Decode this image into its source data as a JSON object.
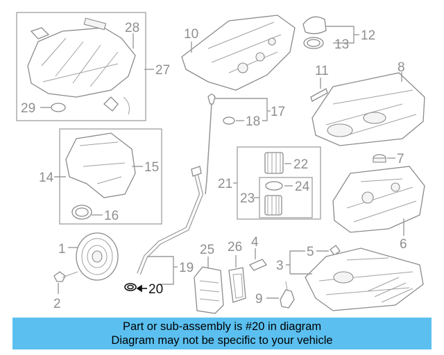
{
  "labels": {
    "n1": "1",
    "n2": "2",
    "n3": "3",
    "n4": "4",
    "n5": "5",
    "n6": "6",
    "n7": "7",
    "n8": "8",
    "n9": "9",
    "n10": "10",
    "n11": "11",
    "n12": "12",
    "n13": "13",
    "n14": "14",
    "n15": "15",
    "n16": "16",
    "n17": "17",
    "n18": "18",
    "n19": "19",
    "n20": "20",
    "n21": "21",
    "n22": "22",
    "n23": "23",
    "n24": "24",
    "n25": "25",
    "n26": "26",
    "n27": "27",
    "n28": "28",
    "n29": "29"
  },
  "highlight_part": "20",
  "banner": {
    "line1": "Part or sub-assembly is #20 in diagram",
    "line2": "Diagram may not be specific to your vehicle",
    "background_color": "#5bc0f0"
  }
}
